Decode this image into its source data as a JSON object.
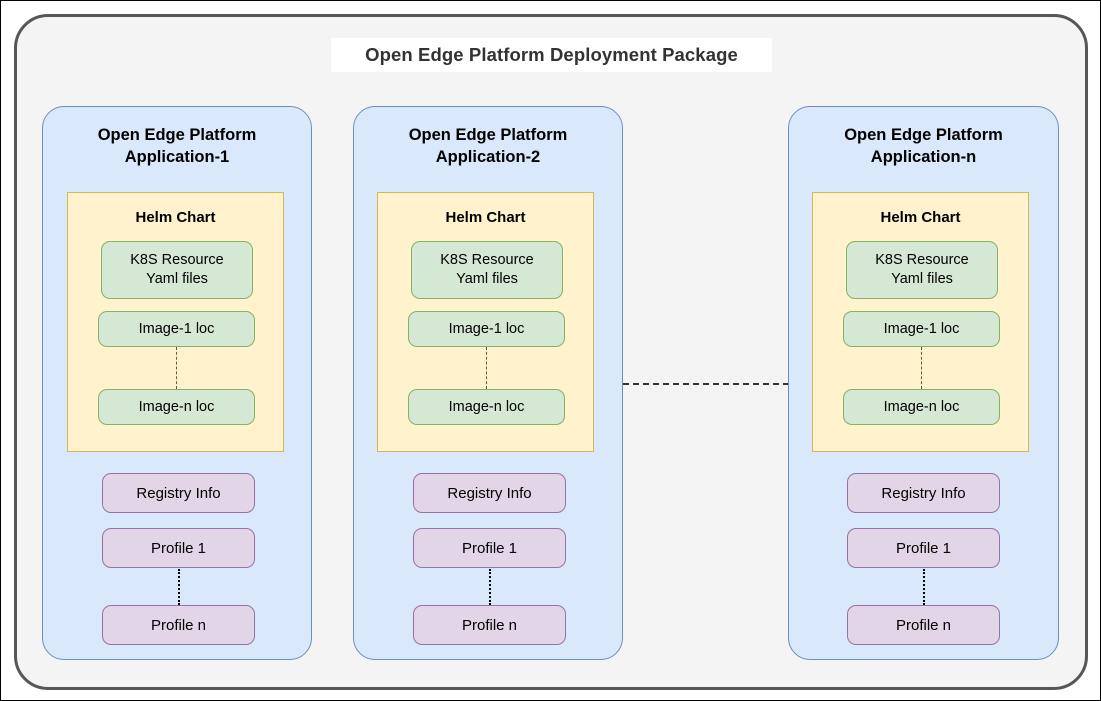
{
  "package": {
    "title": "Open Edge Platform Deployment Package",
    "border_color": "#575757",
    "fill_color": "#f4f4f4"
  },
  "colors": {
    "app_fill": "#dae8fc",
    "app_border": "#6c8ebf",
    "helm_fill": "#fff2cc",
    "helm_border": "#d6b656",
    "green_fill": "#d5e8d4",
    "green_border": "#82b366",
    "purple_fill": "#e1d5e7",
    "purple_border": "#9673a6",
    "connector": "#333333"
  },
  "applications": [
    {
      "title_line1": "Open Edge Platform",
      "title_line2": "Application-1",
      "helm": {
        "title": "Helm Chart",
        "items": [
          {
            "label_line1": "K8S Resource",
            "label_line2": "Yaml files"
          },
          {
            "label_line1": "Image-1 loc",
            "label_line2": ""
          },
          {
            "label_line1": "Image-n loc",
            "label_line2": ""
          }
        ]
      },
      "meta": [
        {
          "label": "Registry Info"
        },
        {
          "label": "Profile 1"
        },
        {
          "label": "Profile n"
        }
      ]
    },
    {
      "title_line1": "Open Edge Platform",
      "title_line2": "Application-2",
      "helm": {
        "title": "Helm Chart",
        "items": [
          {
            "label_line1": "K8S Resource",
            "label_line2": "Yaml files"
          },
          {
            "label_line1": "Image-1 loc",
            "label_line2": ""
          },
          {
            "label_line1": "Image-n loc",
            "label_line2": ""
          }
        ]
      },
      "meta": [
        {
          "label": "Registry Info"
        },
        {
          "label": "Profile 1"
        },
        {
          "label": "Profile n"
        }
      ]
    },
    {
      "title_line1": "Open Edge Platform",
      "title_line2": "Application-n",
      "helm": {
        "title": "Helm Chart",
        "items": [
          {
            "label_line1": "K8S Resource",
            "label_line2": "Yaml files"
          },
          {
            "label_line1": "Image-1 loc",
            "label_line2": ""
          },
          {
            "label_line1": "Image-n loc",
            "label_line2": ""
          }
        ]
      },
      "meta": [
        {
          "label": "Registry Info"
        },
        {
          "label": "Profile 1"
        },
        {
          "label": "Profile n"
        }
      ]
    }
  ]
}
